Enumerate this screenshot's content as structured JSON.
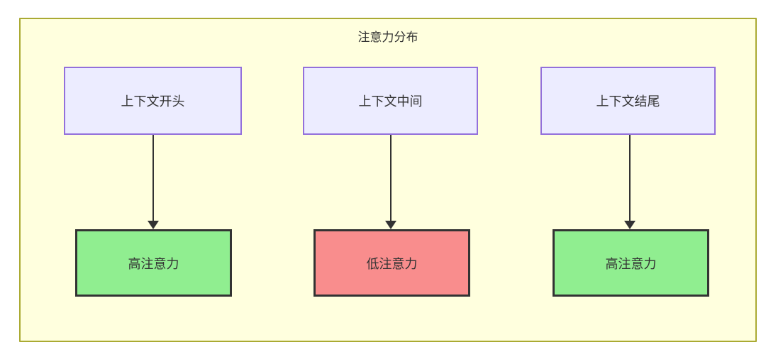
{
  "diagram": {
    "title": "注意力分布",
    "top_nodes": [
      {
        "id": "context-start",
        "label": "上下文开头"
      },
      {
        "id": "context-middle",
        "label": "上下文中间"
      },
      {
        "id": "context-end",
        "label": "上下文结尾"
      }
    ],
    "bottom_nodes": [
      {
        "id": "high-attention-1",
        "label": "高注意力",
        "level": "high"
      },
      {
        "id": "low-attention",
        "label": "低注意力",
        "level": "low"
      },
      {
        "id": "high-attention-2",
        "label": "高注意力",
        "level": "high"
      }
    ],
    "edges": [
      {
        "from": "context-start",
        "to": "high-attention-1"
      },
      {
        "from": "context-middle",
        "to": "low-attention"
      },
      {
        "from": "context-end",
        "to": "high-attention-2"
      }
    ],
    "colors": {
      "container_bg": "#ffffde",
      "container_border": "#aaaa33",
      "top_node_bg": "#ececff",
      "top_node_border": "#9370db",
      "high_bg": "#90ee90",
      "low_bg": "#f98d8d",
      "node_border_dark": "#333333",
      "arrow": "#333333",
      "text": "#333333"
    }
  }
}
